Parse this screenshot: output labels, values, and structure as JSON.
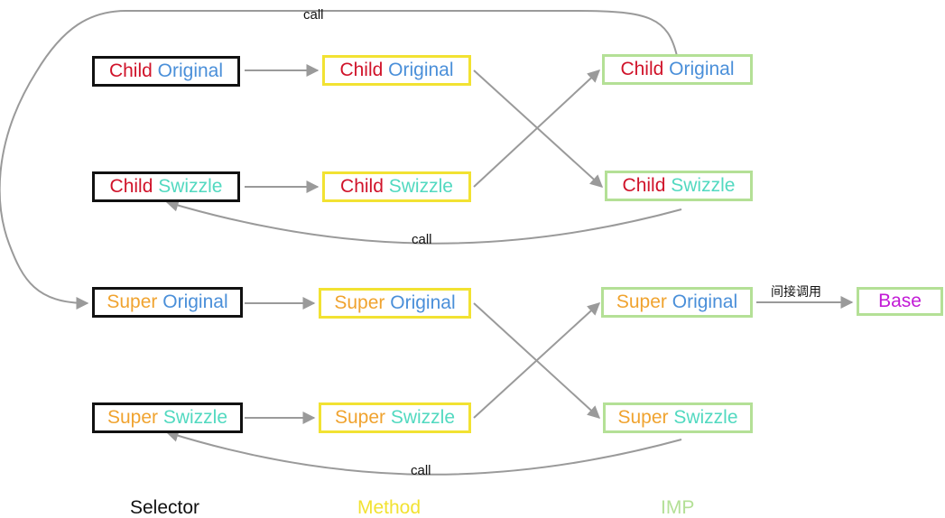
{
  "colors": {
    "child": "#d0132a",
    "super": "#f0a32f",
    "original": "#4a8fd9",
    "swizzle": "#52d9c0",
    "base": "#c21bd6",
    "selector_border": "#111111",
    "method_border": "#f2e232",
    "imp_border": "#b4e096",
    "arrow": "#9a9a9a"
  },
  "selector": {
    "child_original": {
      "prefix": "Child",
      "suffix": "Original"
    },
    "child_swizzle": {
      "prefix": "Child",
      "suffix": "Swizzle"
    },
    "super_original": {
      "prefix": "Super",
      "suffix": "Original"
    },
    "super_swizzle": {
      "prefix": "Super",
      "suffix": "Swizzle"
    }
  },
  "method": {
    "child_original": {
      "prefix": "Child",
      "suffix": "Original"
    },
    "child_swizzle": {
      "prefix": "Child",
      "suffix": "Swizzle"
    },
    "super_original": {
      "prefix": "Super",
      "suffix": "Original"
    },
    "super_swizzle": {
      "prefix": "Super",
      "suffix": "Swizzle"
    }
  },
  "imp": {
    "child_original": {
      "prefix": "Child",
      "suffix": "Original"
    },
    "child_swizzle": {
      "prefix": "Child",
      "suffix": "Swizzle"
    },
    "super_original": {
      "prefix": "Super",
      "suffix": "Original"
    },
    "super_swizzle": {
      "prefix": "Super",
      "suffix": "Swizzle"
    }
  },
  "base_label": "Base",
  "edge_labels": {
    "call_top": "call",
    "call_child": "call",
    "call_super": "call",
    "indirect": "间接调用"
  },
  "columns": {
    "selector": "Selector",
    "method": "Method",
    "imp": "IMP"
  }
}
